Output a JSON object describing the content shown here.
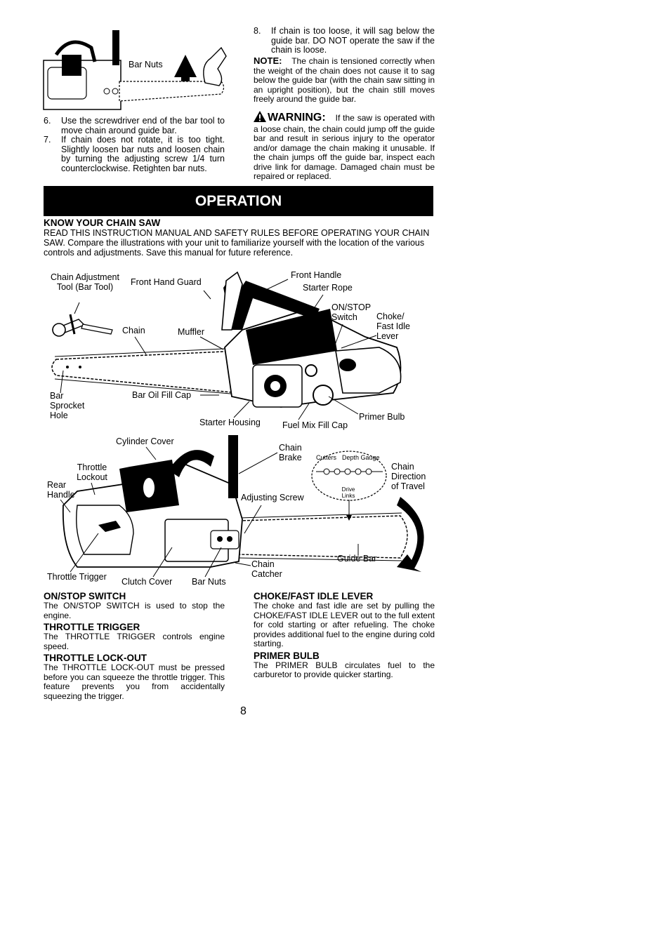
{
  "top_figure": {
    "label_bar_nuts": "Bar Nuts"
  },
  "steps_left": [
    {
      "num": "6.",
      "text": "Use the screwdriver end of the bar tool to move chain around guide bar."
    },
    {
      "num": "7.",
      "text": "If chain does not rotate, it is too tight. Slightly loosen bar nuts and loosen chain by turning the adjusting screw 1/4 turn counterclockwise. Retighten bar nuts."
    }
  ],
  "steps_right": [
    {
      "num": "8.",
      "text": "If chain is too loose, it will sag below the guide bar. DO NOT operate the saw if the chain is loose."
    }
  ],
  "note": {
    "label": "NOTE:",
    "text": "The chain is tensioned correctly when the weight of the chain does not cause it to sag below the guide bar (with the chain saw sitting in an upright position), but the chain still moves freely around the guide bar."
  },
  "warning": {
    "label": "WARNING:",
    "text": "If the saw is operated with a loose chain, the chain could jump off the guide bar and result in serious injury to the operator and/or damage the chain making it unusable. If the chain jumps off the guide bar, inspect each drive link for damage. Damaged chain must be repaired or replaced."
  },
  "section_title": "OPERATION",
  "know_heading": "KNOW YOUR CHAIN SAW",
  "know_text": "READ THIS INSTRUCTION MANUAL AND SAFETY RULES BEFORE OPERATING YOUR CHAIN SAW. Compare the illustrations with your unit to familiarize yourself with the location of the various controls and adjustments. Save this manual for future reference.",
  "diagram1": {
    "chain_adjustment_tool": "Chain Adjustment Tool (Bar Tool)",
    "front_hand_guard": "Front Hand Guard",
    "front_handle": "Front Handle",
    "starter_rope": "Starter Rope",
    "on_stop_switch": "ON/STOP Switch",
    "choke_fast_idle_lever": "Choke/ Fast Idle Lever",
    "chain": "Chain",
    "muffler": "Muffler",
    "bar_sprocket_hole": "Bar Sprocket Hole",
    "bar_oil_fill_cap": "Bar Oil Fill Cap",
    "starter_housing": "Starter Housing",
    "fuel_mix_fill_cap": "Fuel Mix Fill Cap",
    "primer_bulb": "Primer Bulb"
  },
  "diagram2": {
    "cylinder_cover": "Cylinder Cover",
    "throttle_lockout": "Throttle Lockout",
    "rear_handle": "Rear Handle",
    "chain_brake": "Chain Brake",
    "adjusting_screw": "Adjusting Screw",
    "cutters": "Cutters",
    "depth_gauge": "Depth Gauge",
    "drive_links": "Drive Links",
    "chain_direction_of_travel": "Chain Direction of Travel",
    "guide_bar": "Guide Bar",
    "chain_catcher": "Chain Catcher",
    "throttle_trigger": "Throttle Trigger",
    "clutch_cover": "Clutch Cover",
    "bar_nuts": "Bar Nuts"
  },
  "controls_left": [
    {
      "heading": "ON/STOP SWITCH",
      "text": "The ON/STOP SWITCH is used to stop the engine."
    },
    {
      "heading": "THROTTLE TRIGGER",
      "text": "The THROTTLE TRIGGER controls engine speed."
    },
    {
      "heading": "THROTTLE LOCK-OUT",
      "text": "The THROTTLE LOCK-OUT must be pressed before you can squeeze the throttle trigger. This feature prevents you from accidentally squeezing the trigger."
    }
  ],
  "controls_right": [
    {
      "heading": "CHOKE/FAST IDLE LEVER",
      "text": "The choke and fast idle are set by pulling the CHOKE/FAST IDLE LEVER out to the full extent for cold starting or after refueling. The choke provides additional fuel to the engine during cold starting."
    },
    {
      "heading": "PRIMER BULB",
      "text": "The PRIMER BULB circulates fuel to the carburetor to provide quicker starting."
    }
  ],
  "page_number": "8"
}
